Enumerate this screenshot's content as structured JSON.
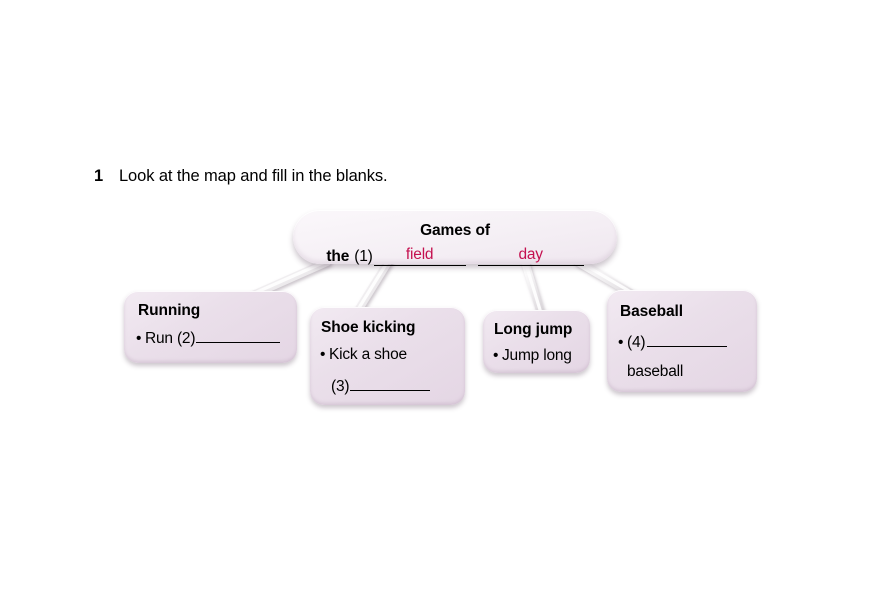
{
  "instruction": {
    "number": "1",
    "text": "Look at the map and fill in the blanks."
  },
  "colors": {
    "answer_text": "#c4104f",
    "node_fill": "#eadfea",
    "root_fill": "#f6f1f6",
    "connector": "#e6e4e6",
    "text": "#000000"
  },
  "mindmap": {
    "root": {
      "line1": "Games of",
      "the_label": "the",
      "blank_number": "(1)",
      "answer_1": "field",
      "answer_2": "day"
    },
    "branches": [
      {
        "id": "running",
        "title": "Running",
        "bullet": "•",
        "item_text": "Run (2)",
        "blank": true,
        "second_line": ""
      },
      {
        "id": "shoekicking",
        "title": "Shoe kicking",
        "bullet": "•",
        "item_text": "Kick a shoe",
        "blank": true,
        "second_line": "(3)"
      },
      {
        "id": "longjump",
        "title": "Long jump",
        "bullet": "•",
        "item_text": "Jump long",
        "blank": false,
        "second_line": ""
      },
      {
        "id": "baseball",
        "title": "Baseball",
        "bullet": "•",
        "item_text": "(4)",
        "blank": true,
        "second_line": "baseball"
      }
    ]
  }
}
